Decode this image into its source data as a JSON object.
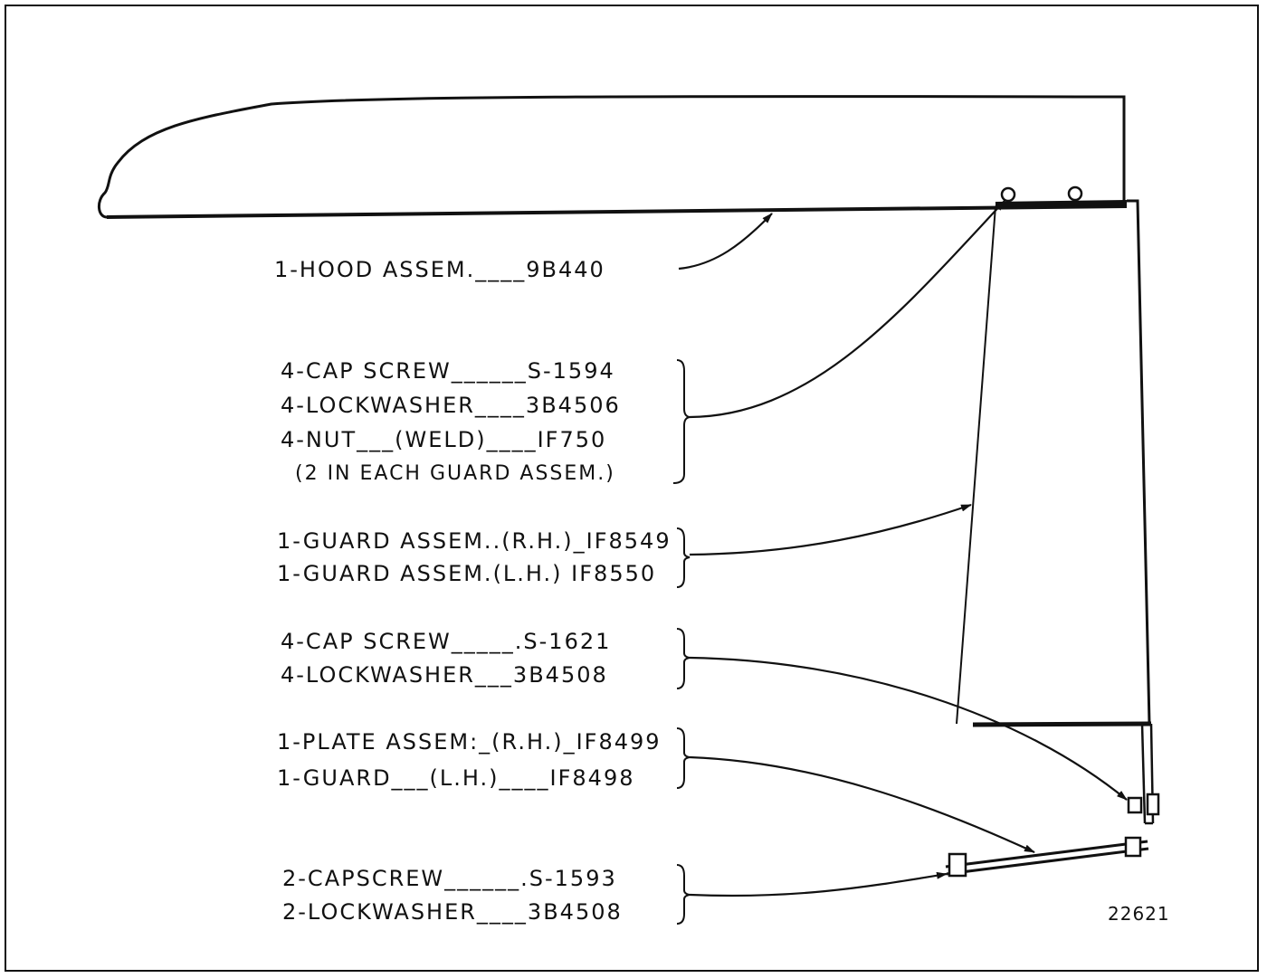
{
  "callouts": {
    "hood": "1-HOOD ASSEM.____9B440",
    "cap_screw_1594": "4-CAP SCREW______S-1594",
    "lockwasher_3b4506": "4-LOCKWASHER____3B4506",
    "nut_weld": "4-NUT___(WELD)____IF750",
    "each_guard_note": "(2 IN EACH GUARD ASSEM.)",
    "guard_rh": "1-GUARD ASSEM..(R.H.)_IF8549",
    "guard_lh": "1-GUARD ASSEM.(L.H.) IF8550",
    "cap_screw_1621": "4-CAP SCREW_____.S-1621",
    "lockwasher_3b4508_a": "4-LOCKWASHER___3B4508",
    "plate_rh": "1-PLATE ASSEM:_(R.H.)_IF8499",
    "guard_plate_lh": "1-GUARD___(L.H.)____IF8498",
    "cap_screw_1593": "2-CAPSCREW______.S-1593",
    "lockwasher_3b4508_b": "2-LOCKWASHER____3B4508"
  },
  "figure_number": "22621"
}
